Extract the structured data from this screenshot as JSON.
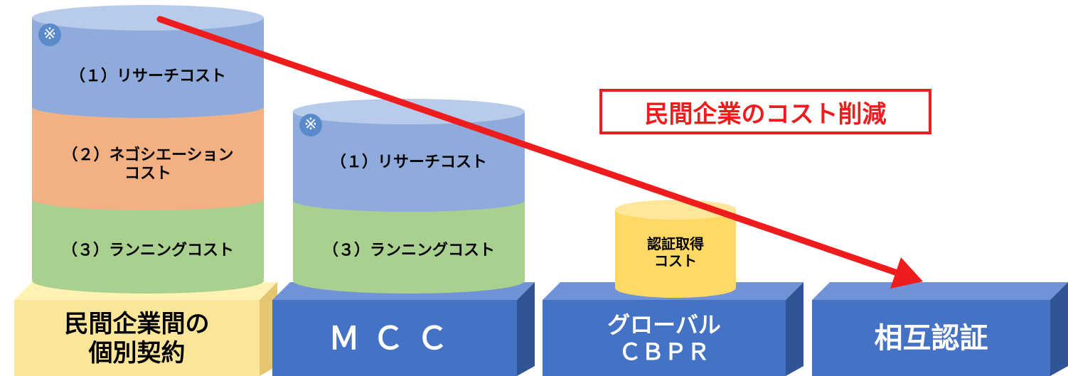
{
  "columns": [
    {
      "id": "individual",
      "segments": [
        {
          "label": "（１）リサーチコスト",
          "color": "#8eabdc"
        },
        {
          "label": "（２）ネゴシエーション\nコスト",
          "color": "#f3b083"
        },
        {
          "label": "（３）ランニングコスト",
          "color": "#a9d08e"
        }
      ],
      "base_label": "民間企業間の\n個別契約",
      "base_color": "#fde699",
      "marker": "※"
    },
    {
      "id": "mcc",
      "segments": [
        {
          "label": "（１）リサーチコスト",
          "color": "#8eabdc"
        },
        {
          "label": "（３）ランニングコスト",
          "color": "#a9d08e"
        }
      ],
      "base_label": "ＭＣＣ",
      "base_color": "#4472c4",
      "marker": "※"
    },
    {
      "id": "cbpr",
      "segments": [
        {
          "label": "認証取得\nコスト",
          "color": "#fed966"
        }
      ],
      "base_label": "グローバル\nＣＢＰＲ",
      "base_color": "#4472c4"
    },
    {
      "id": "mutual",
      "segments": [],
      "base_label": "相互認証",
      "base_color": "#4472c4"
    }
  ],
  "callout": {
    "text": "民間企業のコスト削減",
    "color": "#ee1c1c"
  },
  "arrow_color": "#ee1c1c"
}
